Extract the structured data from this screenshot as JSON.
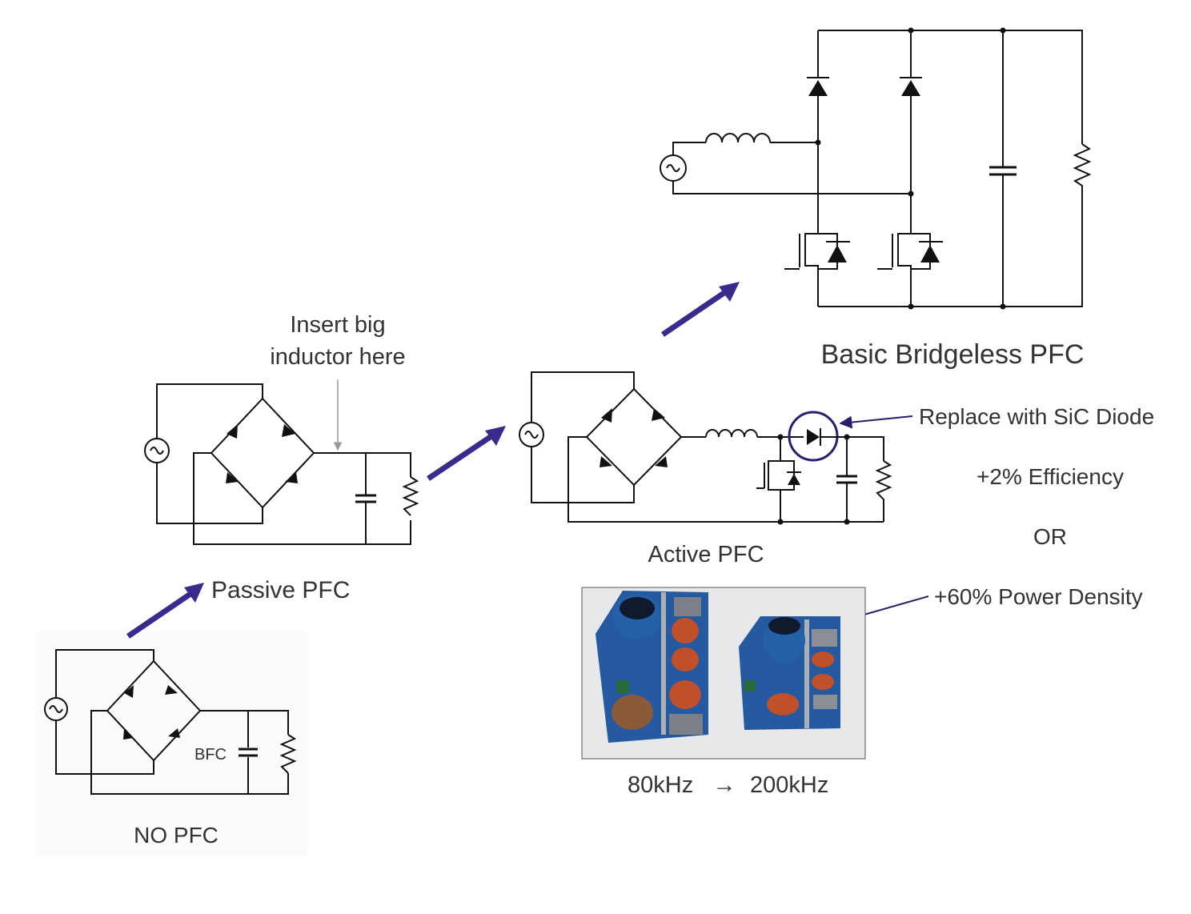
{
  "labels": {
    "no_pfc": "NO PFC",
    "bfc": "BFC",
    "passive_pfc": "Passive PFC",
    "insert_note_line1": "Insert big",
    "insert_note_line2": "inductor here",
    "active_pfc": "Active PFC",
    "bridgeless_pfc": "Basic Bridgeless PFC",
    "replace_sic": "Replace with SiC Diode",
    "efficiency": "+2% Efficiency",
    "or": "OR",
    "power_density": "+60% Power Density",
    "freq_from": "80kHz",
    "freq_arrow": "→",
    "freq_to": "200kHz"
  },
  "colors": {
    "arrow": "#3a2a8c",
    "circle_highlight": "#2d1b6b",
    "wire": "#111111",
    "text": "#333333",
    "pcb_blue": "#1f4f8f",
    "capacitor_blue": "#2460a8",
    "coil_copper": "#c0502a"
  },
  "icons": {
    "ac_source": "ac-source-icon",
    "diode": "diode-icon",
    "inductor": "inductor-icon",
    "capacitor": "capacitor-icon",
    "resistor": "resistor-icon",
    "mosfet": "mosfet-icon"
  }
}
